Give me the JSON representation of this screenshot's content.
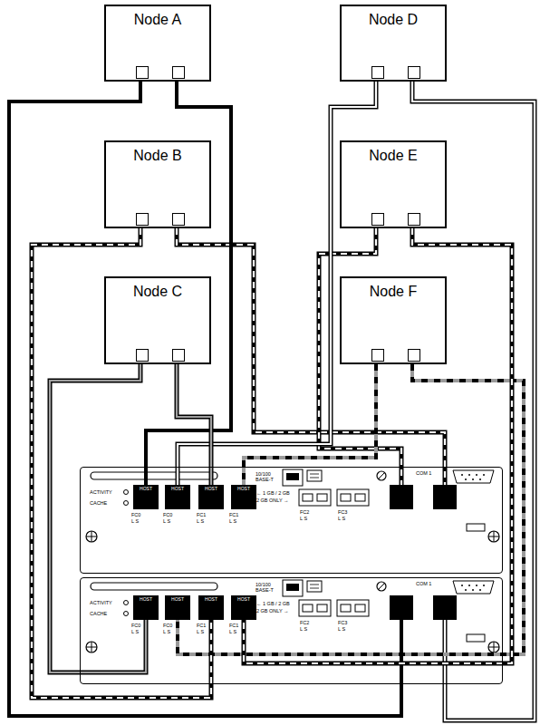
{
  "diagram": {
    "nodes": [
      {
        "text": [
          "Node A"
        ]
      },
      {
        "text": [
          "Node D"
        ]
      },
      {
        "text": [
          "Node B"
        ]
      },
      {
        "text": [
          "Node E"
        ]
      },
      {
        "text": [
          "Node C"
        ]
      },
      {
        "text": [
          "Node F"
        ]
      },
      {
        "text": [
          "ACTIVITY",
          "CACHE",
          "10/100 BASE-T",
          "COM 1",
          "← 1 GB / 2 GB",
          "2 GB ONLY →",
          "FC0",
          "FC0",
          "FC1",
          "FC1",
          "FC2",
          "FC3",
          "L S",
          "L S",
          "L S",
          "L S",
          "L S",
          "L S"
        ]
      },
      {
        "text": [
          "HOST"
        ],
        "in": 6
      },
      {
        "text": [
          "HOST"
        ],
        "in": 6
      },
      {
        "text": [
          "HOST"
        ],
        "in": 6
      },
      {
        "text": [
          "HOST"
        ],
        "in": 6
      },
      {
        "text": [
          "ACTIVITY",
          "CACHE",
          "10/100 BASE-T",
          "COM 1",
          "← 1 GB / 2 GB",
          "2 GB ONLY →",
          "FC0",
          "FC0",
          "FC1",
          "FC1",
          "FC2",
          "FC3",
          "L S",
          "L S",
          "L S",
          "L S",
          "L S",
          "L S"
        ]
      },
      {
        "text": [
          "HOST"
        ],
        "in": 11
      },
      {
        "text": [
          "HOST"
        ],
        "in": 11
      },
      {
        "text": [
          "HOST"
        ],
        "in": 11
      },
      {
        "text": [
          "HOST"
        ],
        "in": 11
      }
    ],
    "edges": [
      {
        "from": 0,
        "to": 7,
        "arrow": "none"
      },
      {
        "from": 1,
        "to": 8,
        "arrow": "none"
      },
      {
        "from": 4,
        "to": 9,
        "arrow": "none"
      },
      {
        "from": 5,
        "to": 10,
        "arrow": "none"
      },
      {
        "from": 4,
        "to": 12,
        "arrow": "none"
      },
      {
        "from": 5,
        "to": 13,
        "arrow": "none"
      },
      {
        "from": 2,
        "to": 14,
        "arrow": "none"
      },
      {
        "from": 3,
        "to": 15,
        "arrow": "none"
      }
    ]
  }
}
